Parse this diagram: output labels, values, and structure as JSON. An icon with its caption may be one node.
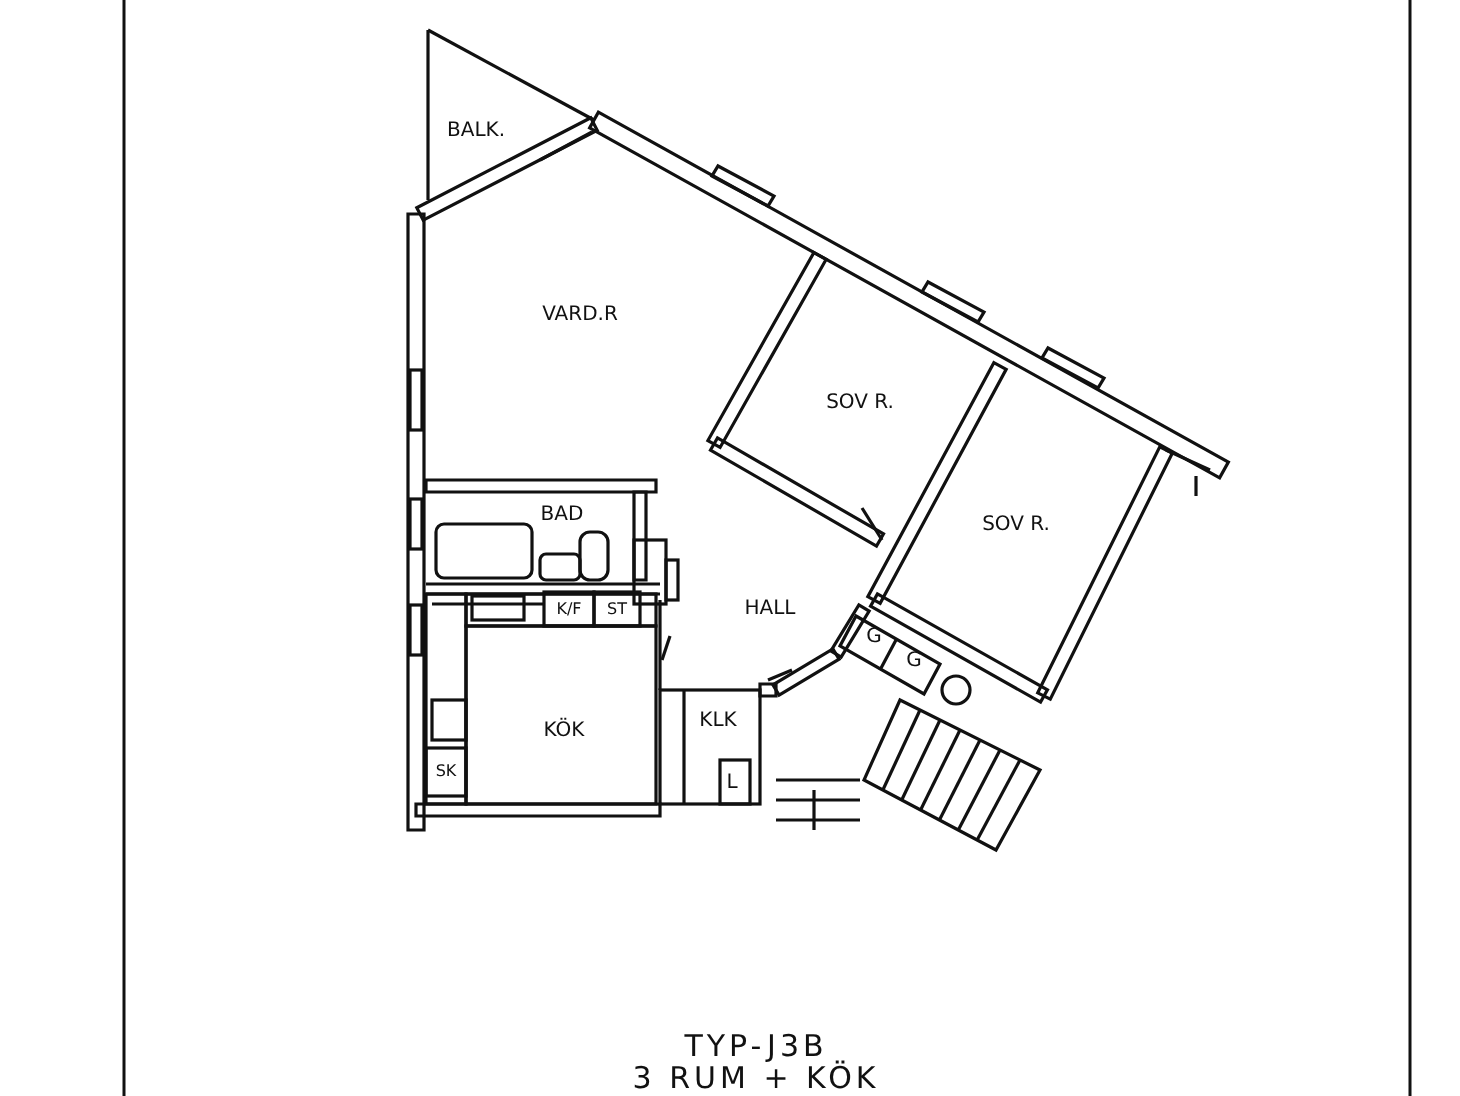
{
  "diagram": {
    "title": "TYP-J3B",
    "caption": "3 RUM + KÖK",
    "labels": [
      "BALK.",
      "VARD.R",
      "SOV R.",
      "BAD",
      "SOV R.",
      "K/F",
      "ST",
      "HALL",
      "G",
      "G",
      "KÖK",
      "KLK",
      "SK",
      "L"
    ]
  }
}
